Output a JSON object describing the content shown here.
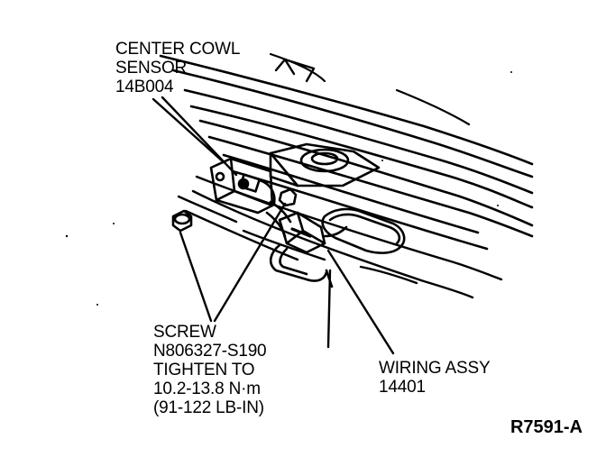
{
  "labels": {
    "center_cowl_sensor": [
      "CENTER COWL",
      "SENSOR",
      "14B004"
    ],
    "screw": [
      "SCREW",
      "N806327-S190",
      "TIGHTEN TO",
      "10.2-13.8 N·m",
      "(91-122 LB-IN)"
    ],
    "wiring_assy": [
      "WIRING ASSY",
      "14401"
    ]
  },
  "figure_id": "R7591-A",
  "colors": {
    "ink": "#000000",
    "background": "#ffffff"
  }
}
